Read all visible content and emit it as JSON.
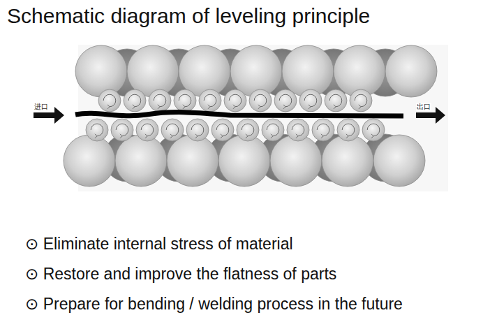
{
  "diagram": {
    "title": "Schematic diagram of leveling principle",
    "labels": [
      "进口",
      "出口",
      "⊙ Eliminate internal stress of material",
      "⊙ Restore and improve the flatness of parts",
      "⊙ Prepare for bending / welding process in the future"
    ]
  }
}
